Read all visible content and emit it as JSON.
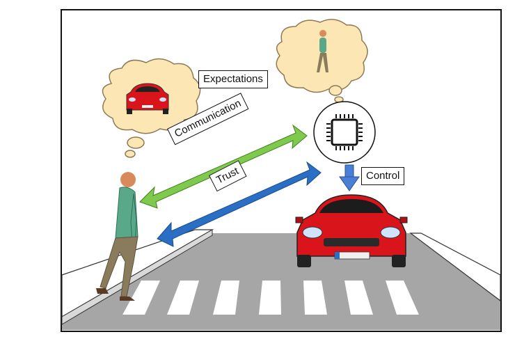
{
  "labels": {
    "expectations": "Expectations",
    "communication": "Communication",
    "trust": "Trust",
    "control": "Control"
  },
  "colors": {
    "communication_arrow": "#7fc94d",
    "trust_arrow": "#2b6fc4",
    "control_arrow": "#4a7fd6",
    "car_body": "#d9141b",
    "thought_bubble": "#fbe6b4",
    "road": "#a6a6a6"
  },
  "icons": [
    "car-icon",
    "pedestrian-icon",
    "chip-icon",
    "thought-bubble-icon"
  ]
}
